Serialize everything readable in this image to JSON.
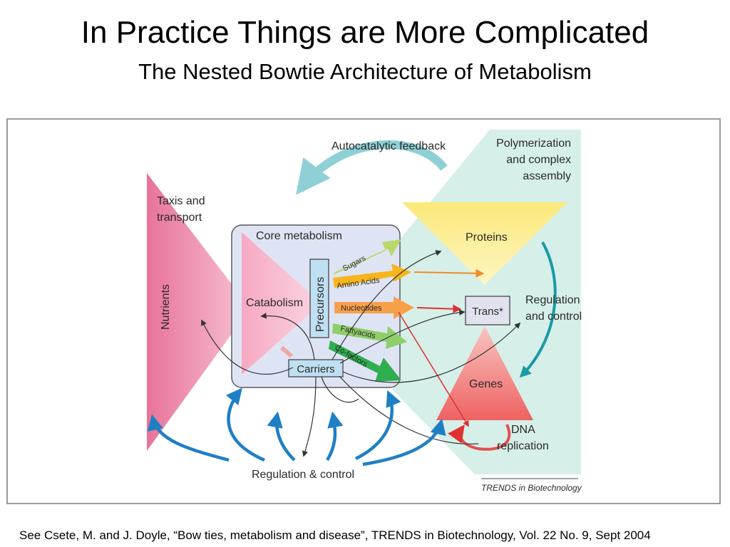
{
  "slide": {
    "title": "In Practice Things are More Complicated",
    "subtitle": "The Nested Bowtie Architecture of Metabolism"
  },
  "figure": {
    "autocatalytic_feedback": "Autocatalytic feedback",
    "polymerization_line1": "Polymerization",
    "polymerization_line2": "and complex",
    "polymerization_line3": "assembly",
    "taxis_line1": "Taxis and",
    "taxis_line2": "transport",
    "nutrients": "Nutrients",
    "core_metabolism": "Core metabolism",
    "catabolism": "Catabolism",
    "precursors": "Precursors",
    "carriers": "Carriers",
    "sugars": "Sugars",
    "amino_acids": "Amino Acids",
    "nucleotides": "Nucleotides",
    "fattyacids": "Fattyacids",
    "cofactors": "Co-factors",
    "proteins": "Proteins",
    "trans": "Trans*",
    "genes": "Genes",
    "regulation_right_line1": "Regulation",
    "regulation_right_line2": "and control",
    "dna_line1": "DNA",
    "dna_line2": "replication",
    "regulation_bottom": "Regulation & control",
    "journal_mark": "TRENDS in Biotechnology"
  },
  "colors": {
    "nutrients_pink": "#e9739a",
    "teal_background": "#d6efe9",
    "core_box": "#dfe4f5",
    "proteins_yellow": "#fbee8c",
    "genes_red": "#ef6d6d",
    "regulation_blue": "#1f7fc4",
    "feedback_teal": "#8fd0d6"
  },
  "citation": "See Csete, M. and J. Doyle, “Bow ties, metabolism and disease”, TRENDS in Biotechnology, Vol. 22 No. 9, Sept 2004"
}
